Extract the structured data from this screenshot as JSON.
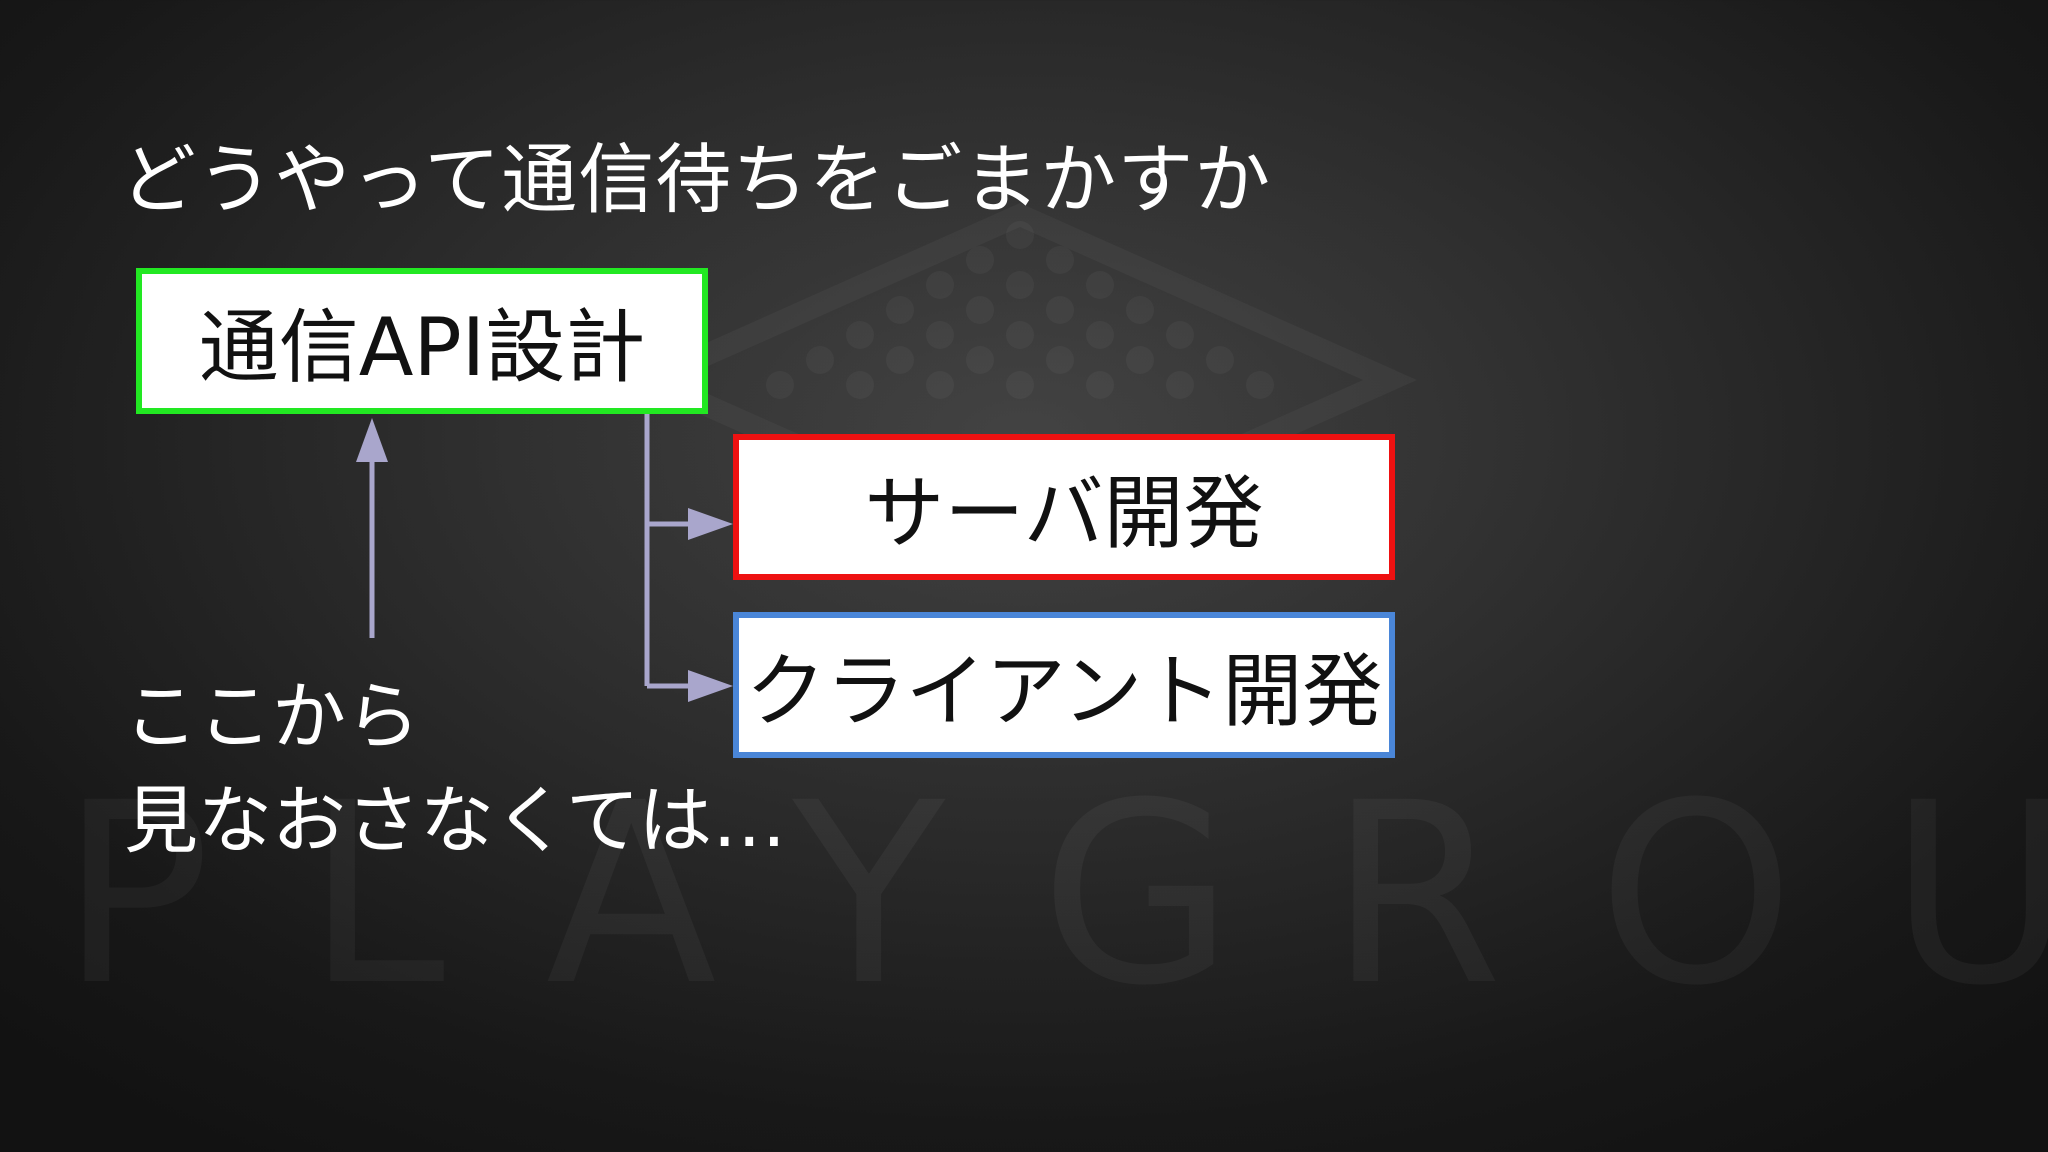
{
  "slide": {
    "title": "どうやって通信待ちをごまかすか",
    "boxes": {
      "api_design": "通信API設計",
      "server_dev": "サーバ開発",
      "client_dev": "クライアント開発"
    },
    "note_lines": [
      "ここから",
      "見なおさなくては…"
    ],
    "watermark_text": "PLAYGROUnD"
  },
  "colors": {
    "api_border": "#22e822",
    "server_border": "#ee1111",
    "client_border": "#4a86d8",
    "arrow": "#a9a6cc"
  }
}
